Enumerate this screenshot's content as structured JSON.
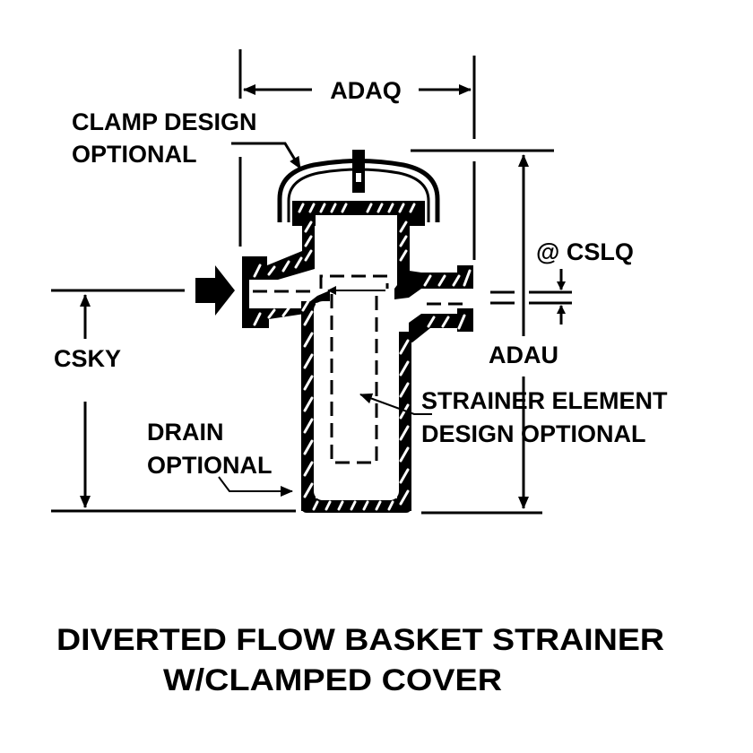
{
  "diagram": {
    "title_line1": "DIVERTED FLOW BASKET STRAINER",
    "title_line2": "W/CLAMPED COVER",
    "colors": {
      "ink": "#000000",
      "background": "#ffffff"
    },
    "dimensions": {
      "width_label": "ADAQ",
      "overall_height_label": "ADAU",
      "inlet_to_bottom_label": "CSKY",
      "outlet_offset_label": "@ CSLQ"
    },
    "callouts": {
      "clamp_line1": "CLAMP DESIGN",
      "clamp_line2": "OPTIONAL",
      "strainer_line1": "STRAINER ELEMENT",
      "strainer_line2": "DESIGN OPTIONAL",
      "drain_line1": "DRAIN",
      "drain_line2": "OPTIONAL"
    },
    "icons": {
      "flow_direction": "flow-arrow-icon"
    }
  }
}
